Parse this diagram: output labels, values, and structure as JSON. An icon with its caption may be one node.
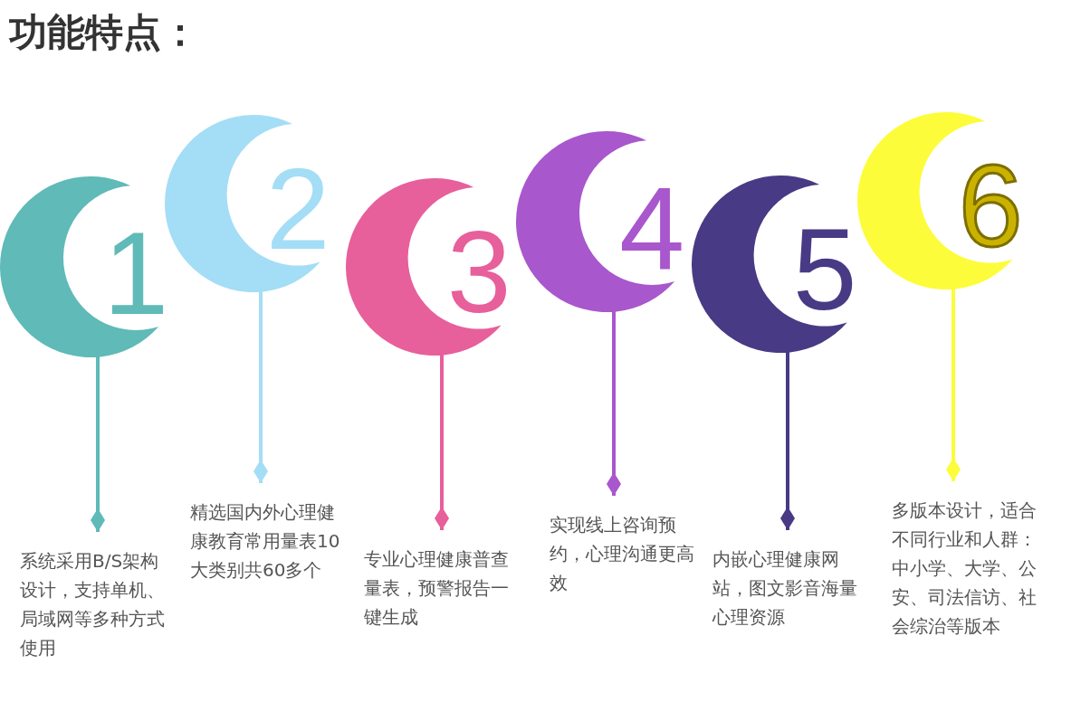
{
  "diagram": {
    "title": "功能特点：",
    "nodes": [
      {
        "text": [
          "1"
        ]
      },
      {
        "text": [
          "2"
        ]
      },
      {
        "text": [
          "3"
        ]
      },
      {
        "text": [
          "4"
        ]
      },
      {
        "text": [
          "5"
        ]
      },
      {
        "text": [
          "6"
        ]
      },
      {
        "text": [
          "系统采用B/S架构设计，支持单机、局域网等多种方式使用"
        ]
      },
      {
        "text": [
          "精选国内外心理健康教育常用量表10大类别共60多个"
        ]
      },
      {
        "text": [
          "专业心理健康普查量表，预警报告一键生成"
        ]
      },
      {
        "text": [
          "实现线上咨询预约，心理沟通更高效"
        ]
      },
      {
        "text": [
          "内嵌心理健康网站，图文影音海量心理资源"
        ]
      },
      {
        "text": [
          "多版本设计，适合不同行业和人群：中小学、大学、公安、司法信访、社会综治等版本"
        ]
      }
    ],
    "edges": [
      {
        "from": 0,
        "to": 6,
        "arrow": "other",
        "color": "#5fbab8"
      },
      {
        "from": 1,
        "to": 7,
        "arrow": "other",
        "color": "#a4ddf6"
      },
      {
        "from": 2,
        "to": 8,
        "arrow": "other",
        "color": "#e75f9b"
      },
      {
        "from": 3,
        "to": 9,
        "arrow": "other",
        "color": "#a957cc"
      },
      {
        "from": 4,
        "to": 10,
        "arrow": "other",
        "color": "#483a84"
      },
      {
        "from": 5,
        "to": 11,
        "arrow": "other",
        "color": "#fdfc3a"
      }
    ]
  }
}
